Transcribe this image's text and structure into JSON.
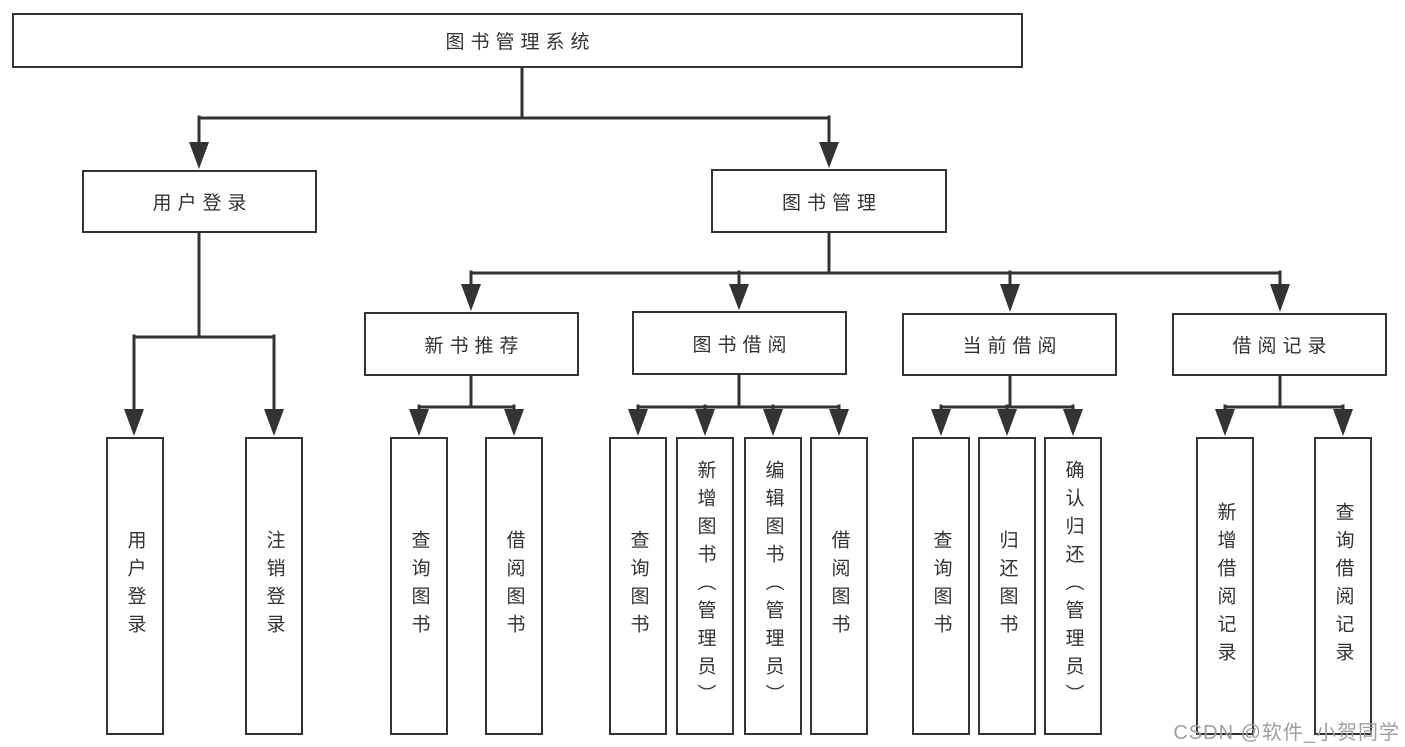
{
  "diagram_title": "图书管理系统",
  "colors": {
    "line": "#333333",
    "box_border": "#333333",
    "box_background": "#ffffff",
    "text": "#333333",
    "watermark": "#9f9f9f",
    "background": "#ffffff"
  },
  "nodes": {
    "root": {
      "label": "图书管理系统"
    },
    "level2": [
      {
        "label": "用户登录"
      },
      {
        "label": "图书管理"
      }
    ],
    "level3": [
      {
        "label": "新书推荐"
      },
      {
        "label": "图书借阅"
      },
      {
        "label": "当前借阅"
      },
      {
        "label": "借阅记录"
      }
    ],
    "leaves_user_login": [
      {
        "label": "用户登录"
      },
      {
        "label": "注销登录"
      }
    ],
    "leaves_new_book": [
      {
        "label": "查询图书"
      },
      {
        "label": "借阅图书"
      }
    ],
    "leaves_book_borrow": [
      {
        "label": "查询图书"
      },
      {
        "label": "新增图书（管理员）"
      },
      {
        "label": "编辑图书（管理员）"
      },
      {
        "label": "借阅图书"
      }
    ],
    "leaves_current_borrow": [
      {
        "label": "查询图书"
      },
      {
        "label": "归还图书"
      },
      {
        "label": "确认归还（管理员）"
      }
    ],
    "leaves_borrow_record": [
      {
        "label": "新增借阅记录"
      },
      {
        "label": "查询借阅记录"
      }
    ]
  },
  "watermark": {
    "text": "CSDN @软件_小贺同学"
  }
}
